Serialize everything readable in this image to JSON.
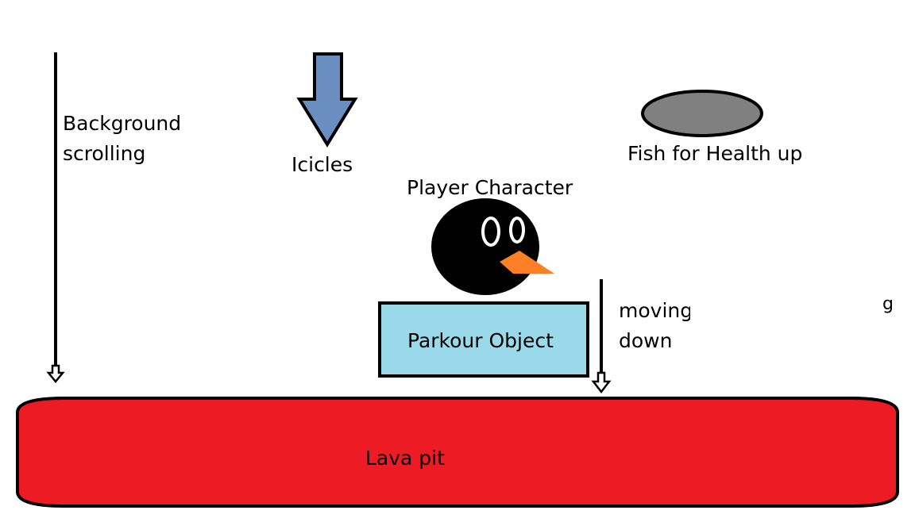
{
  "labels": {
    "background_scrolling_line1": "Background",
    "background_scrolling_line2": "scrolling",
    "icicles": "Icicles",
    "fish": "Fish for Health up",
    "player": "Player Character",
    "parkour": "Parkour Object",
    "moving_line1": "moving",
    "moving_line2": "down",
    "lava": "Lava pit",
    "stray_mark": "g"
  },
  "colors": {
    "icicle_fill": "#6a8ebf",
    "fish_fill": "#808080",
    "player_body": "#000000",
    "player_eye": "#ffffff",
    "beak": "#ff7f27",
    "parkour_fill": "#99d9ea",
    "lava_fill": "#ed1c24",
    "stroke": "#000000"
  },
  "icons": {
    "icicle": "down-arrow-icon",
    "fish": "ellipse-fish-icon",
    "player": "penguin-head-icon"
  }
}
